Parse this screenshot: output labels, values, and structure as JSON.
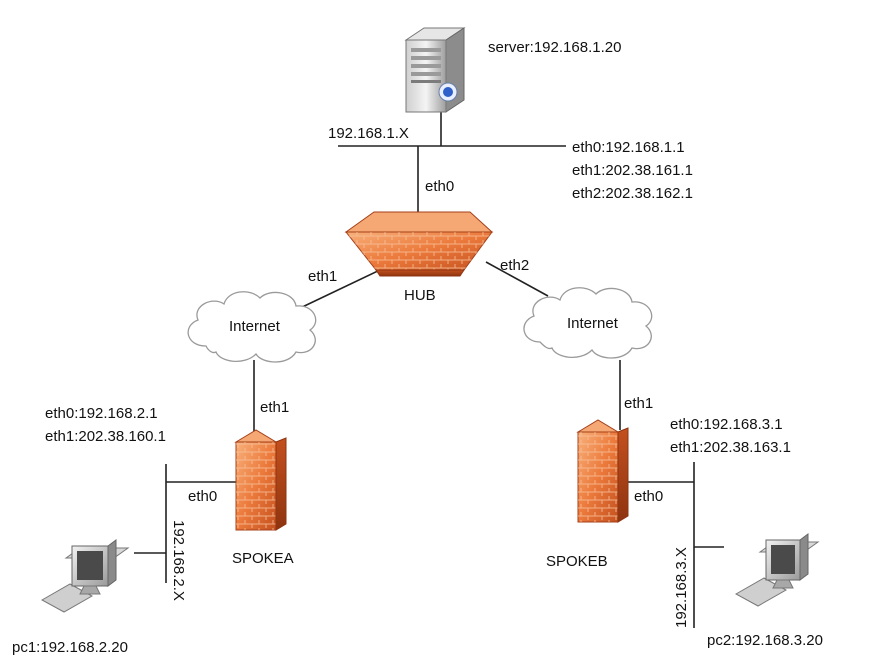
{
  "server": {
    "label": "server:192.168.1.20"
  },
  "lan_main": {
    "subnet": "192.168.1.X"
  },
  "hub": {
    "name": "HUB",
    "if_eth0": "eth0",
    "if_eth1": "eth1",
    "if_eth2": "eth2",
    "addresses": [
      "eth0:192.168.1.1",
      "eth1:202.38.161.1",
      "eth2:202.38.162.1"
    ]
  },
  "internet_left": {
    "label": "Internet"
  },
  "internet_right": {
    "label": "Internet"
  },
  "spokea": {
    "name": "SPOKEA",
    "if_eth1": "eth1",
    "if_eth0": "eth0",
    "addresses": [
      "eth0:192.168.2.1",
      "eth1:202.38.160.1"
    ],
    "subnet": "192.168.2.X"
  },
  "spokeb": {
    "name": "SPOKEB",
    "if_eth1": "eth1",
    "if_eth0": "eth0",
    "addresses": [
      "eth0:192.168.3.1",
      "eth1:202.38.163.1"
    ],
    "subnet": "192.168.3.X"
  },
  "pc1": {
    "label": "pc1:192.168.2.20"
  },
  "pc2": {
    "label": "pc2:192.168.3.20"
  },
  "colors": {
    "firewall": "#e8773a",
    "firewall_dark": "#b8451a",
    "cloud_stroke": "#999999",
    "line": "#222222"
  },
  "icons": {
    "server": "server-icon",
    "firewall": "firewall-icon",
    "cloud": "cloud-icon",
    "pc": "pc-icon"
  }
}
